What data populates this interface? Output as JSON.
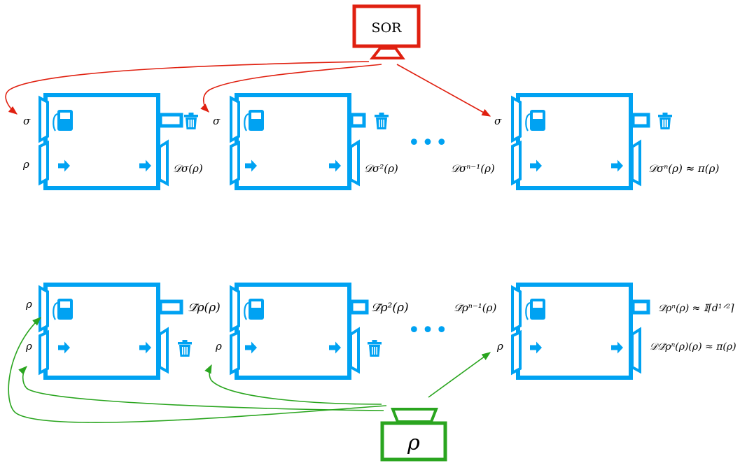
{
  "source_top": {
    "label": "SOR"
  },
  "source_bottom": {
    "label": "ρ"
  },
  "ellipsis": "•••",
  "top_row": {
    "inputs": [
      {
        "fuel": "σ",
        "state": "ρ"
      },
      {
        "fuel": "σ",
        "state": ""
      },
      {
        "fuel": "σ",
        "state": ""
      }
    ],
    "outputs": [
      {
        "label": "𝒟σ(ρ)"
      },
      {
        "label": "𝒟σ²(ρ)"
      },
      {
        "label": "𝒟σⁿ⁻¹(ρ)"
      },
      {
        "label": "𝒟σⁿ(ρ) ≈ π(ρ)"
      }
    ]
  },
  "bottom_row": {
    "inputs": [
      {
        "fuel": "ρ",
        "state": "ρ"
      },
      {
        "fuel": "",
        "state": "ρ"
      },
      {
        "fuel": "",
        "state": "ρ"
      }
    ],
    "outputs": [
      {
        "label": "𝒟̃ρ(ρ)"
      },
      {
        "label": "𝒟̃ρ²(ρ)"
      },
      {
        "label": "𝒟̃ρⁿ⁻¹(ρ)"
      },
      {
        "label": "𝒟̃ρⁿ(ρ) ≈ 𝕀⌈d¹ᐟ²⌉"
      },
      {
        "label": "𝒟𝒟̃ρⁿ(ρ)(ρ) ≈ π(ρ)"
      }
    ]
  },
  "colors": {
    "machine": "#00a2f2",
    "sor": "#e02010",
    "rho_source": "#2aa51f"
  },
  "icons": [
    "fuel-pump-icon",
    "arrow-right-icon",
    "trash-icon"
  ]
}
